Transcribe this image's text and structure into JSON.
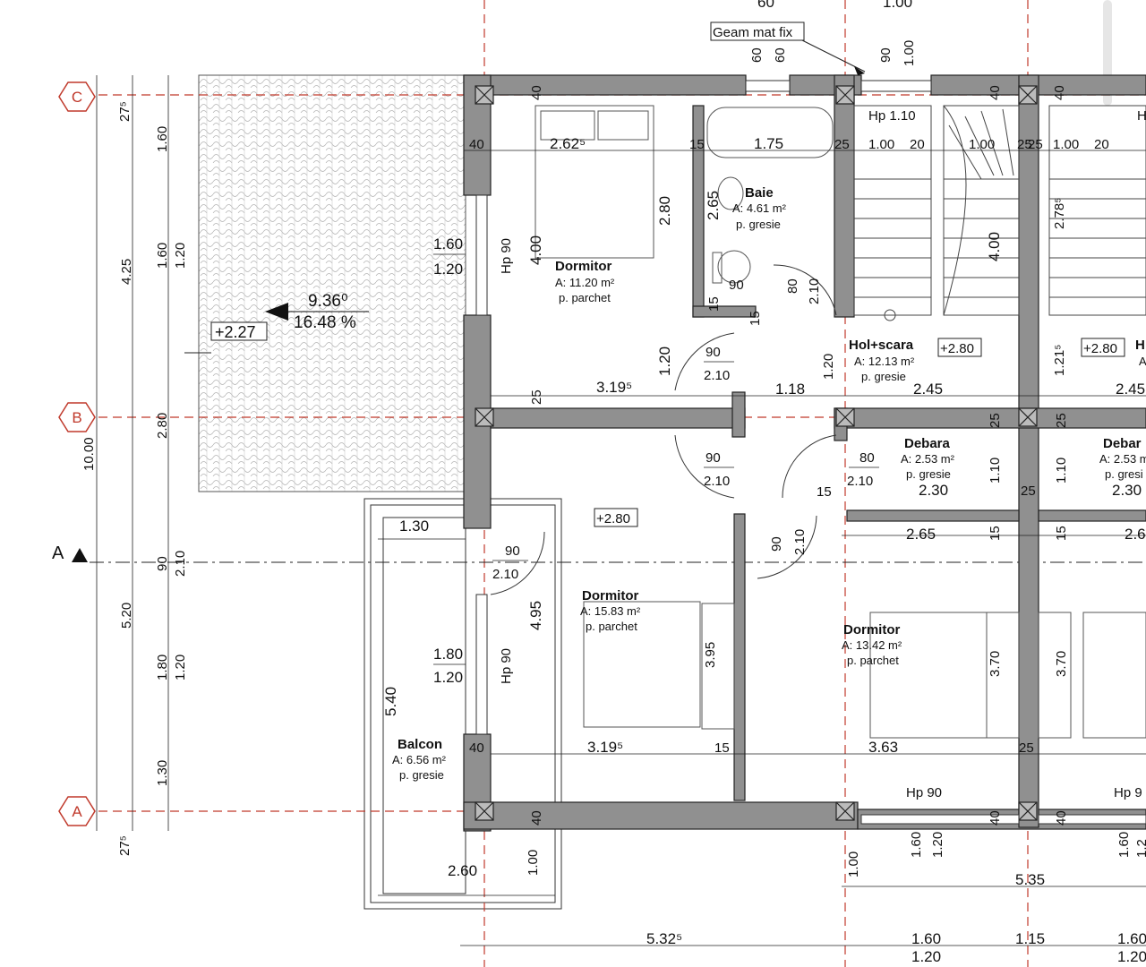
{
  "top": {
    "dim_60": "60",
    "dim_100": "1.00",
    "geam_label": "Geam mat fix",
    "dim_60a": "60",
    "dim_60b": "60",
    "dim_90": "90",
    "dim_100b": "1.00"
  },
  "axes": {
    "c": "C",
    "b": "B",
    "a": "A",
    "section": "A"
  },
  "left_dims": {
    "d275_top": "27⁵",
    "d160a": "1.60",
    "d425": "4.25",
    "d160b": "1.60",
    "d120a": "1.20",
    "d280": "2.80",
    "d1000": "10.00",
    "d90": "90",
    "d210": "2.10",
    "d520": "5.20",
    "d180": "1.80",
    "d120b": "1.20",
    "d130": "1.30",
    "d275_bot": "27⁵"
  },
  "terrace": {
    "slope_deg": "9.36⁰",
    "slope_pct": "16.48 %",
    "level": "+2.27"
  },
  "window_left": {
    "w1_w": "1.60",
    "w1_h": "1.20",
    "w1_hp": "Hp 90",
    "w2_w": "1.80",
    "w2_h": "1.20",
    "w2_hp": "Hp 90"
  },
  "dormitor1": {
    "name": "Dormitor",
    "area": "A: 11.20 m²",
    "floor": "p. parchet",
    "w": "2.62⁵",
    "h": "4.00",
    "d280": "2.80",
    "d120": "1.20",
    "d40": "40",
    "d15": "15",
    "d40b": "40"
  },
  "baie": {
    "name": "Baie",
    "area": "A: 4.61 m²",
    "floor": "p. gresie",
    "w": "1.75",
    "h": "2.65",
    "door_w": "90",
    "door_w2": "80",
    "door_h": "2.10",
    "d15a": "15",
    "d15b": "15",
    "d25": "25"
  },
  "hol": {
    "name": "Hol+scara",
    "area": "A: 12.13 m²",
    "floor": "p. gresie",
    "level": "+2.80",
    "w": "2.45",
    "d118": "1.18",
    "d120": "1.20",
    "hp": "Hp 1.10",
    "d100a": "1.00",
    "d20a": "20",
    "d100b": "1.00",
    "d400": "4.00",
    "d25": "25"
  },
  "hol2": {
    "hp": "Hp",
    "d100a": "1.00",
    "d20": "20",
    "d278": "2.78⁵",
    "d121": "1.21⁵",
    "level": "+2.80",
    "name": "H",
    "area": "A",
    "w": "2.45",
    "d40": "40",
    "d25": "25"
  },
  "doors_mid": {
    "d90a": "90",
    "d210a": "2.10",
    "d319": "3.19⁵",
    "d25": "25",
    "d90b": "90",
    "d210b": "2.10",
    "d80": "80",
    "d210c": "2.10",
    "d15": "15",
    "d90c": "90",
    "d210d": "2.10"
  },
  "debara": {
    "name": "Debara",
    "area": "A: 2.53 m²",
    "floor": "p. gresie",
    "w": "2.30",
    "d110": "1.10",
    "d25": "25",
    "d265": "2.65",
    "d15": "15"
  },
  "debara2": {
    "name": "Debar",
    "area": "A: 2.53 m",
    "floor": "p. gresi",
    "w": "2.30",
    "d110": "1.10",
    "d25": "25",
    "d26": "2.6",
    "d15": "15"
  },
  "dormitor2": {
    "name": "Dormitor",
    "area": "A: 15.83 m²",
    "floor": "p. parchet",
    "level": "+2.80",
    "h": "4.95",
    "d395": "3.95",
    "w": "3.19⁵",
    "d40": "40",
    "d15": "15",
    "door_w": "90",
    "door_h": "2.10"
  },
  "dormitor3": {
    "name": "Dormitor",
    "area": "A: 13.42 m²",
    "floor": "p. parchet",
    "w": "3.63",
    "h": "3.70",
    "h2": "3.70",
    "d25": "25"
  },
  "balcon": {
    "name": "Balcon",
    "area": "A: 6.56 m²",
    "floor": "p. gresie",
    "d130": "1.30",
    "d540": "5.40",
    "d260": "2.60",
    "d100": "1.00"
  },
  "bottom": {
    "hp90a": "Hp 90",
    "hp90b": "Hp 9",
    "d40a": "40",
    "d40b": "40",
    "d40c": "40",
    "d160a": "1.60",
    "d120a": "1.20",
    "d100": "1.00",
    "d535": "5.35",
    "d160b": "1.60",
    "d12": "1.2",
    "total_a": "5.32⁵",
    "total_b": "1.60",
    "total_b2": "1.20",
    "total_c": "1.15",
    "total_d": "1.60",
    "total_d2": "1.20"
  }
}
